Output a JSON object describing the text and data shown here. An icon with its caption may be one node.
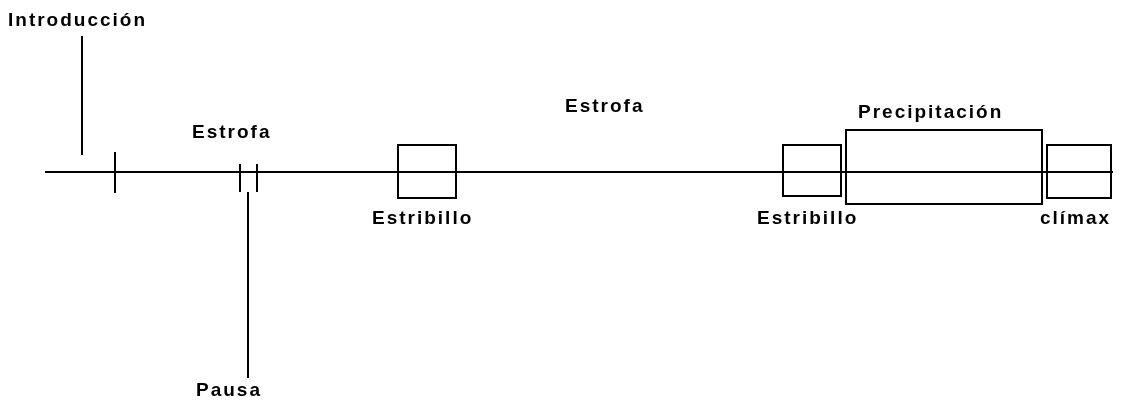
{
  "diagram": {
    "nodes": [
      {
        "text": [
          "Introducción"
        ]
      },
      {
        "text": [],
        "shape": "bar"
      },
      {
        "text": [],
        "shape": "box",
        "beside": [
          "Estribillo"
        ]
      },
      {
        "text": [],
        "shape": "box",
        "beside": [
          "Estribillo"
        ]
      },
      {
        "text": [],
        "shape": "box",
        "beside": [
          "Precipitación"
        ]
      },
      {
        "text": [],
        "shape": "box",
        "beside": [
          "clímax"
        ]
      },
      {
        "text": [
          "Pausa"
        ]
      }
    ],
    "edges": [
      {
        "from": 0,
        "to": null,
        "arrow": "none"
      },
      {
        "from": 6,
        "to": 1,
        "arrow": "none"
      }
    ],
    "labels": [
      "Estrofa",
      "Estrofa"
    ]
  }
}
